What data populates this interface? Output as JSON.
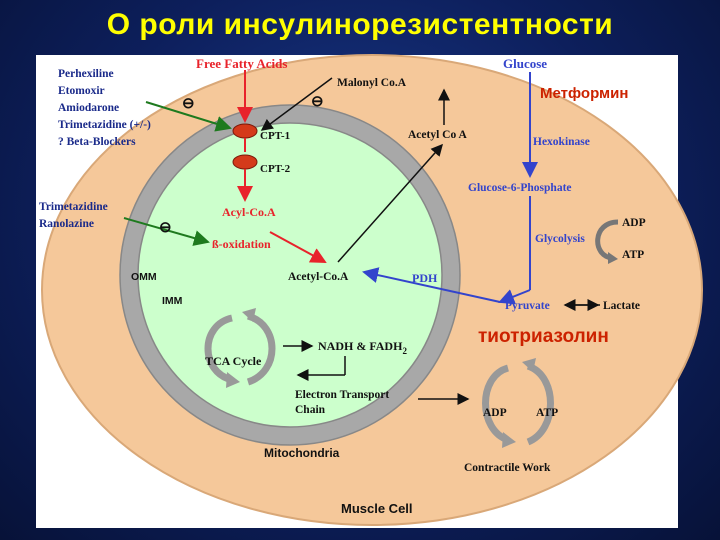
{
  "title": "О роли инсулинорезистентности",
  "colors": {
    "cell": "#f5c89a",
    "membrane": "#a8a8a8",
    "matrix": "#ccffcc",
    "red": "#e8232b",
    "blue": "#3344cc",
    "green": "#1e7a1e",
    "black": "#111111",
    "callout": "#cc2200",
    "title": "#ffff00"
  },
  "labels": {
    "free_fatty_acids": "Free Fatty Acids",
    "glucose": "Glucose",
    "metformin": "Метформин",
    "malonyl": "Malonyl Co.A",
    "acetyl_coa_top": "Acetyl Co A",
    "hexokinase": "Hexokinase",
    "cpt1": "CPT-1",
    "cpt2": "CPT-2",
    "acyl_coa": "Acyl-Co.A",
    "beta_oxidation": "ß-oxidation",
    "acetyl_coa": "Acetyl-Co.A",
    "pdh": "PDH",
    "g6p": "Glucose-6-Phosphate",
    "glycolysis": "Glycolysis",
    "adp1": "ADP",
    "atp1": "ATP",
    "pyruvate": "Pyruvate",
    "lactate": "Lactate",
    "thiotriazolin": "тиотриазолин",
    "omm": "OMM",
    "imm": "IMM",
    "tca": "TCA Cycle",
    "nadh_main": "NADH & FADH",
    "nadh_sub": "2",
    "etc_1": "Electron Transport",
    "etc_2": "Chain",
    "adp2": "ADP",
    "atp2": "ATP",
    "contractile": "Contractile Work",
    "mitochondria": "Mitochondria",
    "muscle_cell": "Muscle Cell",
    "minus": "⊖"
  },
  "drugs_group1": [
    "Perhexiline",
    "Etomoxir",
    "Amiodarone",
    "Trimetazidine (+/-)",
    "? Beta-Blockers"
  ],
  "drugs_group2": [
    "Trimetazidine",
    "Ranolazine"
  ]
}
